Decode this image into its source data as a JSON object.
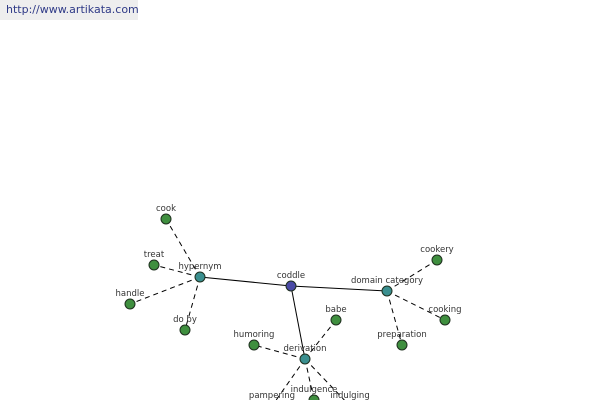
{
  "url": "http://www.artikata.com",
  "colors": {
    "center": "#4a4aa6",
    "relation": "#3a8f8f",
    "leaf": "#3f8f3f"
  },
  "graph": {
    "nodes": [
      {
        "id": "coddle",
        "label": "coddle",
        "kind": "center"
      },
      {
        "id": "hypernym",
        "label": "hypernym",
        "kind": "relation"
      },
      {
        "id": "domain-category",
        "label": "domain category",
        "kind": "relation"
      },
      {
        "id": "derivation",
        "label": "derivation",
        "kind": "relation"
      },
      {
        "id": "cook",
        "label": "cook",
        "kind": "leaf"
      },
      {
        "id": "treat",
        "label": "treat",
        "kind": "leaf"
      },
      {
        "id": "handle",
        "label": "handle",
        "kind": "leaf"
      },
      {
        "id": "do-by",
        "label": "do by",
        "kind": "leaf"
      },
      {
        "id": "cookery",
        "label": "cookery",
        "kind": "leaf"
      },
      {
        "id": "cooking",
        "label": "cooking",
        "kind": "leaf"
      },
      {
        "id": "preparation",
        "label": "preparation",
        "kind": "leaf"
      },
      {
        "id": "babe",
        "label": "babe",
        "kind": "leaf"
      },
      {
        "id": "humoring",
        "label": "humoring",
        "kind": "leaf"
      },
      {
        "id": "pampering",
        "label": "pampering",
        "kind": "leaf"
      },
      {
        "id": "indulgence",
        "label": "indulgence",
        "kind": "leaf"
      },
      {
        "id": "indulging",
        "label": "indulging",
        "kind": "leaf"
      }
    ],
    "edges": [
      {
        "from": "coddle",
        "to": "hypernym",
        "style": "solid"
      },
      {
        "from": "coddle",
        "to": "domain-category",
        "style": "solid"
      },
      {
        "from": "coddle",
        "to": "derivation",
        "style": "solid"
      },
      {
        "from": "hypernym",
        "to": "cook",
        "style": "dashed"
      },
      {
        "from": "hypernym",
        "to": "treat",
        "style": "dashed"
      },
      {
        "from": "hypernym",
        "to": "handle",
        "style": "dashed"
      },
      {
        "from": "hypernym",
        "to": "do-by",
        "style": "dashed"
      },
      {
        "from": "domain-category",
        "to": "cookery",
        "style": "dashed"
      },
      {
        "from": "domain-category",
        "to": "cooking",
        "style": "dashed"
      },
      {
        "from": "domain-category",
        "to": "preparation",
        "style": "dashed"
      },
      {
        "from": "derivation",
        "to": "babe",
        "style": "dashed"
      },
      {
        "from": "derivation",
        "to": "humoring",
        "style": "dashed"
      },
      {
        "from": "derivation",
        "to": "pampering",
        "style": "dashed"
      },
      {
        "from": "derivation",
        "to": "indulgence",
        "style": "dashed"
      },
      {
        "from": "derivation",
        "to": "indulging",
        "style": "dashed"
      }
    ]
  }
}
